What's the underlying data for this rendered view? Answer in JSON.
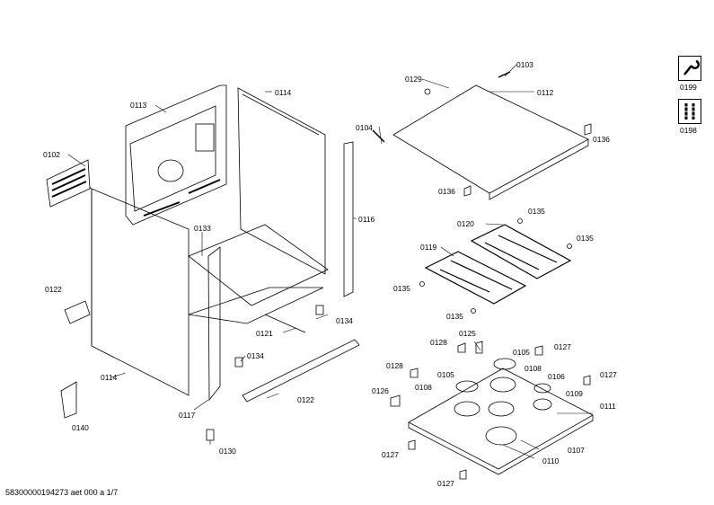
{
  "diagram": {
    "footer": "58300000194273 aet 000 a 1/7",
    "labels": [
      {
        "id": "l0103",
        "text": "0103"
      },
      {
        "id": "l0129",
        "text": "0129"
      },
      {
        "id": "l0112",
        "text": "0112"
      },
      {
        "id": "l0104",
        "text": "0104"
      },
      {
        "id": "l0136a",
        "text": "0136"
      },
      {
        "id": "l0136b",
        "text": "0136"
      },
      {
        "id": "l0113",
        "text": "0113"
      },
      {
        "id": "l0114a",
        "text": "0114"
      },
      {
        "id": "l0102",
        "text": "0102"
      },
      {
        "id": "l0116",
        "text": "0116"
      },
      {
        "id": "l0133",
        "text": "0133"
      },
      {
        "id": "l0120",
        "text": "0120"
      },
      {
        "id": "l0135a",
        "text": "0135"
      },
      {
        "id": "l0135b",
        "text": "0135"
      },
      {
        "id": "l0119",
        "text": "0119"
      },
      {
        "id": "l0135c",
        "text": "0135"
      },
      {
        "id": "l0135d",
        "text": "0135"
      },
      {
        "id": "l0122a",
        "text": "0122"
      },
      {
        "id": "l0134a",
        "text": "0134"
      },
      {
        "id": "l0121",
        "text": "0121"
      },
      {
        "id": "l0134b",
        "text": "0134"
      },
      {
        "id": "l0114b",
        "text": "0114"
      },
      {
        "id": "l0122b",
        "text": "0122"
      },
      {
        "id": "l0117",
        "text": "0117"
      },
      {
        "id": "l0140",
        "text": "0140"
      },
      {
        "id": "l0130",
        "text": "0130"
      },
      {
        "id": "l0128a",
        "text": "0128"
      },
      {
        "id": "l0125",
        "text": "0125"
      },
      {
        "id": "l0105a",
        "text": "0105"
      },
      {
        "id": "l0127a",
        "text": "0127"
      },
      {
        "id": "l0128b",
        "text": "0128"
      },
      {
        "id": "l0105b",
        "text": "0105"
      },
      {
        "id": "l0108a",
        "text": "0108"
      },
      {
        "id": "l0106",
        "text": "0106"
      },
      {
        "id": "l0127b",
        "text": "0127"
      },
      {
        "id": "l0126",
        "text": "0126"
      },
      {
        "id": "l0108b",
        "text": "0108"
      },
      {
        "id": "l0109",
        "text": "0109"
      },
      {
        "id": "l0111",
        "text": "0111"
      },
      {
        "id": "l0107",
        "text": "0107"
      },
      {
        "id": "l0127c",
        "text": "0127"
      },
      {
        "id": "l0110",
        "text": "0110"
      },
      {
        "id": "l0127d",
        "text": "0127"
      }
    ],
    "side_tools": [
      {
        "id": "t0199",
        "text": "0199",
        "icon": "wrench-icon"
      },
      {
        "id": "t0198",
        "text": "0198",
        "icon": "screws-icon"
      }
    ]
  }
}
